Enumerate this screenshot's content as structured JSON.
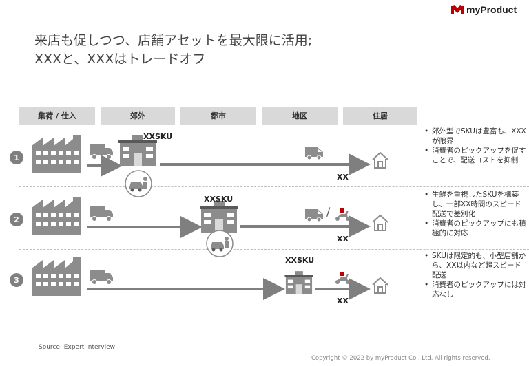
{
  "brand": {
    "name": "myProduct",
    "accent": "#c00000"
  },
  "title": {
    "line1": "来店も促しつつ、店舗アセットを最大限に活用;",
    "line2": "XXXと、XXXはトレードオフ"
  },
  "headers": [
    "集荷 / 仕入",
    "郊外",
    "都市",
    "地区",
    "住居"
  ],
  "rows": [
    {
      "number": "1",
      "sku_label": "XXSKU",
      "delivery_label": "XX",
      "notes": [
        "郊外型でSKUは豊富も、XXXが限界",
        "消費者のピックアップを促すことで、配送コストを抑制"
      ]
    },
    {
      "number": "2",
      "sku_label": "XXSKU",
      "delivery_label": "XX",
      "notes": [
        "生鮮を重視したSKUを構築し、一部XX時間のスピード配送で差別化",
        "消費者のピックアップにも積極的に対応"
      ]
    },
    {
      "number": "3",
      "sku_label": "XXSKU",
      "delivery_label": "XX",
      "notes": [
        "SKUは限定的も、小型店舗から、XX以内など超スピード配送",
        "消費者のピックアップには対応なし"
      ]
    }
  ],
  "icons": {
    "factory": "factory-icon",
    "truck": "truck-icon",
    "store": "store-icon",
    "van": "van-icon",
    "scooter": "scooter-icon",
    "house": "house-icon",
    "pickup": "pickup-car-icon"
  },
  "store_sign": "STORE",
  "van_separator": "/",
  "source": "Source: Expert Interview",
  "copyright": "Copyright © 2022 by myProduct Co., Ltd.  All rights reserved.",
  "colors": {
    "icon_gray": "#8c8c8c",
    "arrow_gray": "#7f7f7f",
    "header_bg": "#d9d9d9"
  }
}
